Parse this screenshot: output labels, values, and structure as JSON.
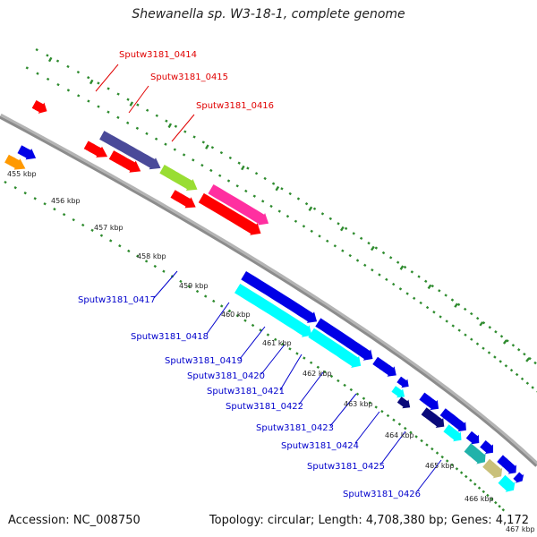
{
  "title": "Shewanella sp. W3-18-1, complete genome",
  "footer": {
    "accession": "Accession: NC_008750",
    "summary": "Topology: circular; Length: 4,708,380 bp; Genes: 4,172"
  },
  "colors": {
    "backbone": "#8c8c8c",
    "tick_major": "#2e8b2e",
    "red": "#ff0000",
    "blue": "#0000e6",
    "navy": "#0a0a7a",
    "cyan": "#00ffff",
    "lime": "#99dd33",
    "pink": "#ff2fa0",
    "purple": "#4a4a99",
    "orange": "#ff9900",
    "khaki": "#c9c07a",
    "teal": "#20b2aa",
    "red_label": "#e00000",
    "blue_label": "#0000cc"
  },
  "kbp_labels": [
    "455 kbp",
    "456 kbp",
    "457 kbp",
    "458 kbp",
    "459 kbp",
    "460 kbp",
    "461 kbp",
    "462 kbp",
    "463 kbp",
    "464 kbp",
    "465 kbp",
    "466 kbp",
    "467 kbp"
  ],
  "top_labels": [
    "Sputw3181_0414",
    "Sputw3181_0415",
    "Sputw3181_0416"
  ],
  "bottom_labels": [
    "Sputw3181_0417",
    "Sputw3181_0418",
    "Sputw3181_0419",
    "Sputw3181_0420",
    "Sputw3181_0421",
    "Sputw3181_0422",
    "Sputw3181_0423",
    "Sputw3181_0424",
    "Sputw3181_0425",
    "Sputw3181_0426"
  ]
}
